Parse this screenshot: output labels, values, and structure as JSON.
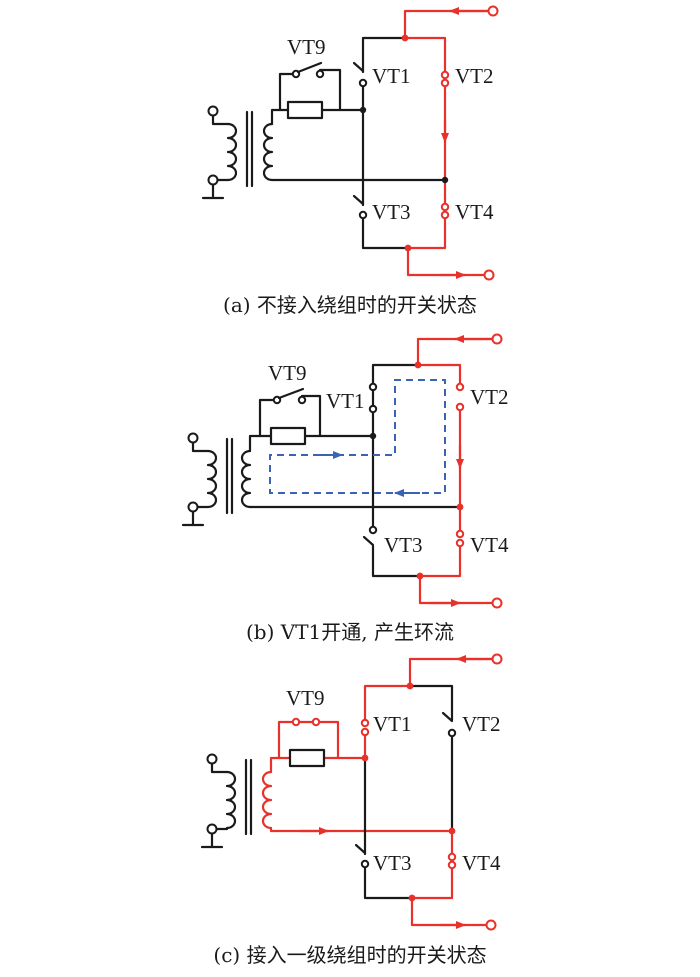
{
  "colors": {
    "conducting_path": "#e8312a",
    "circulating_current": "#3b63b3",
    "wire": "#1a1a1a"
  },
  "panels": [
    {
      "id": "a",
      "labels": {
        "vt9": "VT9",
        "vt1": "VT1",
        "vt2": "VT2",
        "vt3": "VT3",
        "vt4": "VT4"
      },
      "caption": "(a)  不接入绕组时的开关状态"
    },
    {
      "id": "b",
      "labels": {
        "vt9": "VT9",
        "vt1": "VT1",
        "vt2": "VT2",
        "vt3": "VT3",
        "vt4": "VT4"
      },
      "caption": "(b)  VT1开通, 产生环流"
    },
    {
      "id": "c",
      "labels": {
        "vt9": "VT9",
        "vt1": "VT1",
        "vt2": "VT2",
        "vt3": "VT3",
        "vt4": "VT4"
      },
      "caption": "(c)  接入一级绕组时的开关状态"
    }
  ]
}
